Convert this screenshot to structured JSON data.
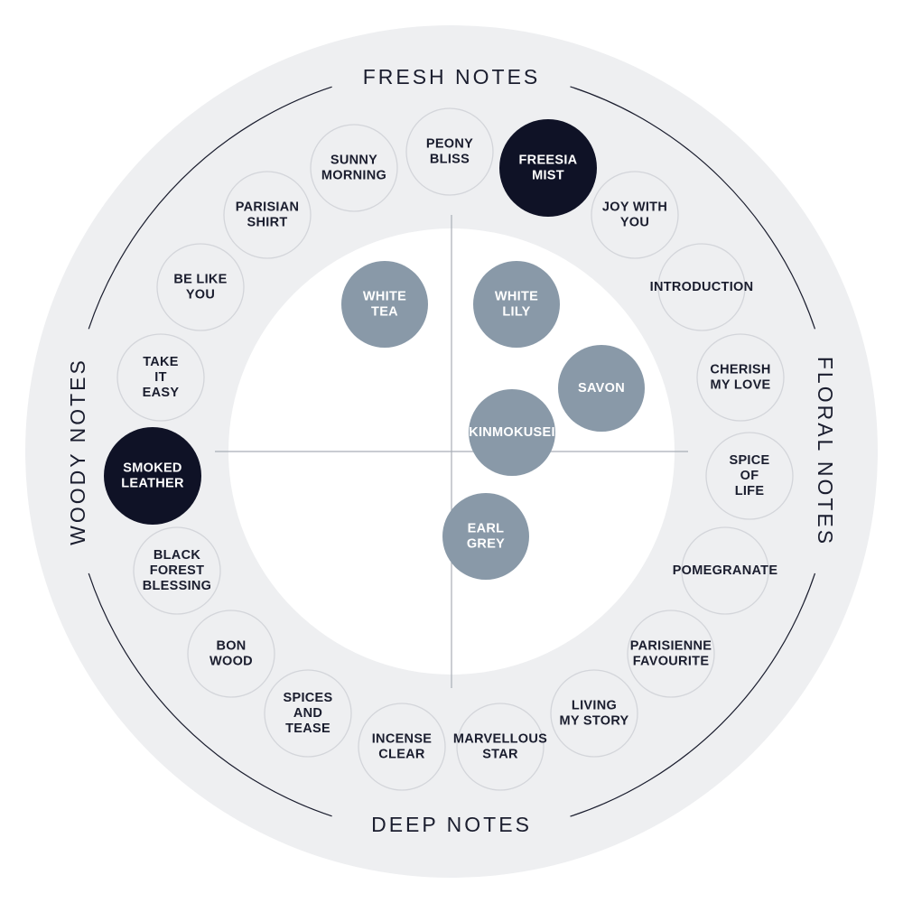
{
  "quadrant_labels": {
    "top": "FRESH NOTES",
    "right": "FLORAL NOTES",
    "bottom": "DEEP NOTES",
    "left": "WOODY NOTES"
  },
  "colors": {
    "outer_ring": "#eeeff1",
    "inner_field": "#ffffff",
    "axis": "#a9aeb6",
    "ring_line": "#1a1d2e",
    "dark_fill": "#0f1226",
    "gray_fill": "#8999a8",
    "outline_stroke": "#d3d5da",
    "dark_text": "#1a1d2e",
    "light_text": "#ffffff"
  },
  "outer_scents": [
    {
      "lines": [
        "PEONY",
        "BLISS"
      ],
      "style": "outline"
    },
    {
      "lines": [
        "FREESIA",
        "MIST"
      ],
      "style": "dark"
    },
    {
      "lines": [
        "JOY WITH",
        "YOU"
      ],
      "style": "outline"
    },
    {
      "lines": [
        "INTRODUCTION"
      ],
      "style": "outline"
    },
    {
      "lines": [
        "CHERISH",
        "MY LOVE"
      ],
      "style": "outline"
    },
    {
      "lines": [
        "SPICE",
        "OF",
        "LIFE"
      ],
      "style": "outline"
    },
    {
      "lines": [
        "POMEGRANATE"
      ],
      "style": "outline"
    },
    {
      "lines": [
        "PARISIENNE",
        "FAVOURITE"
      ],
      "style": "outline"
    },
    {
      "lines": [
        "LIVING",
        "MY STORY"
      ],
      "style": "outline"
    },
    {
      "lines": [
        "MARVELLOUS",
        "STAR"
      ],
      "style": "outline"
    },
    {
      "lines": [
        "INCENSE",
        "CLEAR"
      ],
      "style": "outline"
    },
    {
      "lines": [
        "SPICES",
        "AND",
        "TEASE"
      ],
      "style": "outline"
    },
    {
      "lines": [
        "BON",
        "WOOD"
      ],
      "style": "outline"
    },
    {
      "lines": [
        "BLACK",
        "FOREST",
        "BLESSING"
      ],
      "style": "outline"
    },
    {
      "lines": [
        "SMOKED",
        "LEATHER"
      ],
      "style": "dark"
    },
    {
      "lines": [
        "TAKE",
        "IT",
        "EASY"
      ],
      "style": "outline"
    },
    {
      "lines": [
        "BE LIKE",
        "YOU"
      ],
      "style": "outline"
    },
    {
      "lines": [
        "PARISIAN",
        "SHIRT"
      ],
      "style": "outline"
    },
    {
      "lines": [
        "SUNNY",
        "MORNING"
      ],
      "style": "outline"
    }
  ],
  "inner_scents": [
    {
      "lines": [
        "WHITE",
        "TEA"
      ]
    },
    {
      "lines": [
        "WHITE",
        "LILY"
      ]
    },
    {
      "lines": [
        "SAVON"
      ]
    },
    {
      "lines": [
        "KINMOKUSEI"
      ]
    },
    {
      "lines": [
        "EARL",
        "GREY"
      ]
    }
  ]
}
